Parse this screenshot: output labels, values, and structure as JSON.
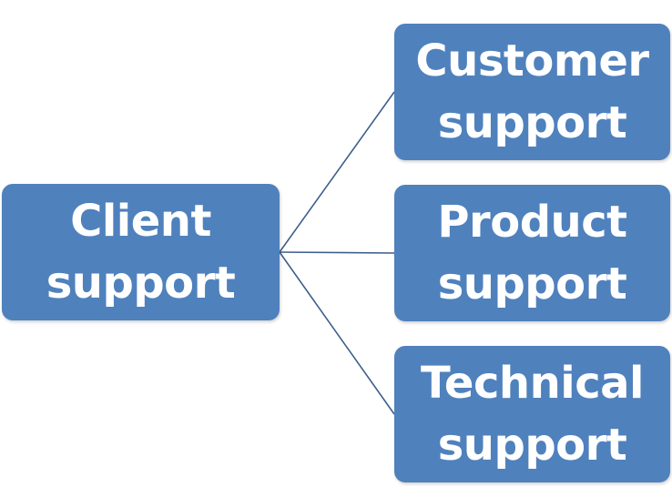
{
  "diagram": {
    "type": "hierarchy",
    "colors": {
      "box_fill": "#4f81bd",
      "box_text": "#ffffff",
      "connector": "#3d5f8c"
    },
    "root": {
      "label": "Client\nsupport"
    },
    "children": [
      {
        "label": "Customer\nsupport"
      },
      {
        "label": "Product\nsupport"
      },
      {
        "label": "Technical\nsupport"
      }
    ]
  }
}
